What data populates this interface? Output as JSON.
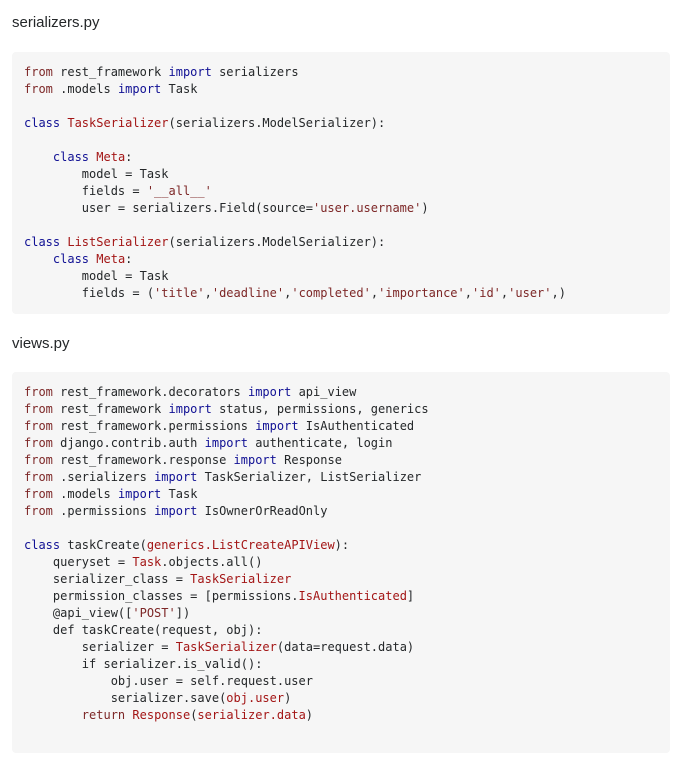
{
  "section1": {
    "title": "serializers.py",
    "lines": [
      [
        [
          "from",
          "kwf"
        ],
        [
          " rest_framework ",
          "t"
        ],
        [
          "import",
          "kwi"
        ],
        [
          " serializers",
          "t"
        ]
      ],
      [
        [
          "from",
          "kwf"
        ],
        [
          " .models ",
          "t"
        ],
        [
          "import",
          "kwi"
        ],
        [
          " Task",
          "t"
        ]
      ],
      [],
      [
        [
          "class",
          "kwi"
        ],
        [
          " ",
          "t"
        ],
        [
          "TaskSerializer",
          "nm"
        ],
        [
          "(serializers.ModelSerializer):",
          "t"
        ]
      ],
      [],
      [
        [
          "    ",
          "t"
        ],
        [
          "class",
          "kwi"
        ],
        [
          " ",
          "t"
        ],
        [
          "Meta",
          "nm"
        ],
        [
          ":",
          "t"
        ]
      ],
      [
        [
          "        model = Task",
          "t"
        ]
      ],
      [
        [
          "        fields = ",
          "t"
        ],
        [
          "'__all__'",
          "st"
        ]
      ],
      [
        [
          "        user = serializers.Field(source=",
          "t"
        ],
        [
          "'user.username'",
          "st"
        ],
        [
          ")",
          "t"
        ]
      ],
      [],
      [
        [
          "class",
          "kwi"
        ],
        [
          " ",
          "t"
        ],
        [
          "ListSerializer",
          "nm"
        ],
        [
          "(serializers.ModelSerializer):",
          "t"
        ]
      ],
      [
        [
          "    ",
          "t"
        ],
        [
          "class",
          "kwi"
        ],
        [
          " ",
          "t"
        ],
        [
          "Meta",
          "nm"
        ],
        [
          ":",
          "t"
        ]
      ],
      [
        [
          "        model = Task",
          "t"
        ]
      ],
      [
        [
          "        fields = (",
          "t"
        ],
        [
          "'title'",
          "st"
        ],
        [
          ",",
          "t"
        ],
        [
          "'deadline'",
          "st"
        ],
        [
          ",",
          "t"
        ],
        [
          "'completed'",
          "st"
        ],
        [
          ",",
          "t"
        ],
        [
          "'importance'",
          "st"
        ],
        [
          ",",
          "t"
        ],
        [
          "'id'",
          "st"
        ],
        [
          ",",
          "t"
        ],
        [
          "'user'",
          "st"
        ],
        [
          ",)",
          "t"
        ]
      ]
    ]
  },
  "section2": {
    "title": "views.py",
    "lines": [
      [
        [
          "from",
          "kwf"
        ],
        [
          " rest_framework.decorators ",
          "t"
        ],
        [
          "import",
          "kwi"
        ],
        [
          " api_view",
          "t"
        ]
      ],
      [
        [
          "from",
          "kwf"
        ],
        [
          " rest_framework ",
          "t"
        ],
        [
          "import",
          "kwi"
        ],
        [
          " status, permissions, generics",
          "t"
        ]
      ],
      [
        [
          "from",
          "kwf"
        ],
        [
          " rest_framework.permissions ",
          "t"
        ],
        [
          "import",
          "kwi"
        ],
        [
          " IsAuthenticated",
          "t"
        ]
      ],
      [
        [
          "from",
          "kwf"
        ],
        [
          " django.contrib.auth ",
          "t"
        ],
        [
          "import",
          "kwi"
        ],
        [
          " authenticate, login",
          "t"
        ]
      ],
      [
        [
          "from",
          "kwf"
        ],
        [
          " rest_framework.response ",
          "t"
        ],
        [
          "import",
          "kwi"
        ],
        [
          " Response",
          "t"
        ]
      ],
      [
        [
          "from",
          "kwf"
        ],
        [
          " .serializers ",
          "t"
        ],
        [
          "import",
          "kwi"
        ],
        [
          " TaskSerializer, ListSerializer",
          "t"
        ]
      ],
      [
        [
          "from",
          "kwf"
        ],
        [
          " .models ",
          "t"
        ],
        [
          "import",
          "kwi"
        ],
        [
          " Task",
          "t"
        ]
      ],
      [
        [
          "from",
          "kwf"
        ],
        [
          " .permissions ",
          "t"
        ],
        [
          "import",
          "kwi"
        ],
        [
          " IsOwnerOrReadOnly",
          "t"
        ]
      ],
      [],
      [
        [
          "class",
          "kwi"
        ],
        [
          " taskCreate(",
          "t"
        ],
        [
          "generics.ListCreateAPIView",
          "nm"
        ],
        [
          "):",
          "t"
        ]
      ],
      [
        [
          "    queryset = ",
          "t"
        ],
        [
          "Task",
          "nm"
        ],
        [
          ".objects.all()",
          "t"
        ]
      ],
      [
        [
          "    serializer_class = ",
          "t"
        ],
        [
          "TaskSerializer",
          "nm"
        ]
      ],
      [
        [
          "    permission_classes = [permissions.",
          "t"
        ],
        [
          "IsAuthenticated",
          "nm"
        ],
        [
          "]",
          "t"
        ]
      ],
      [
        [
          "    @api_view([",
          "t"
        ],
        [
          "'POST'",
          "st"
        ],
        [
          "])",
          "t"
        ]
      ],
      [
        [
          "    def taskCreate(request, obj):",
          "t"
        ]
      ],
      [
        [
          "        serializer = ",
          "t"
        ],
        [
          "TaskSerializer",
          "nm"
        ],
        [
          "(data=request.data)",
          "t"
        ]
      ],
      [
        [
          "        if serializer.is_valid():",
          "t"
        ]
      ],
      [
        [
          "            obj.user = self.request.user",
          "t"
        ]
      ],
      [
        [
          "            serializer.save(",
          "t"
        ],
        [
          "obj.user",
          "nm"
        ],
        [
          ")",
          "t"
        ]
      ],
      [
        [
          "        ",
          "t"
        ],
        [
          "return",
          "kwf"
        ],
        [
          " ",
          "t"
        ],
        [
          "Response",
          "nm"
        ],
        [
          "(",
          "t"
        ],
        [
          "serializer.data",
          "nm"
        ],
        [
          ")",
          "t"
        ]
      ]
    ]
  },
  "colors": {
    "kwf": "#7d2727",
    "kwi": "#101094",
    "nm": "#a31515",
    "st": "#7d2727",
    "t": "#242729"
  }
}
